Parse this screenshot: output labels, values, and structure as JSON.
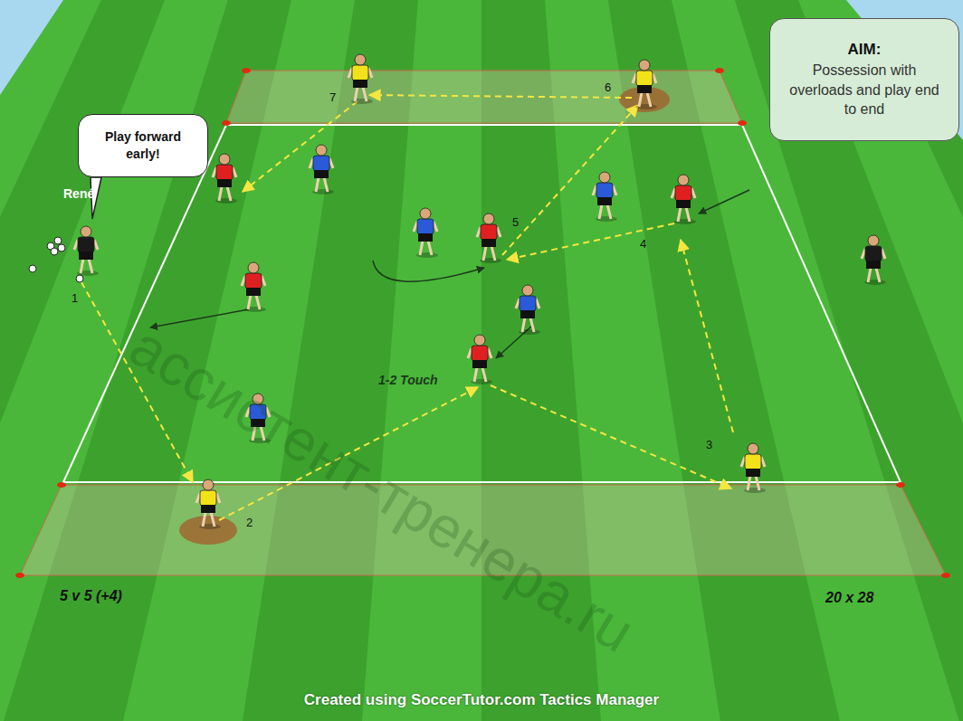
{
  "diagram": {
    "caption": "Created using SoccerTutor.com Tactics Manager",
    "nodes": [
      {
        "text": [
          "Play forward early!"
        ]
      },
      {
        "text": [
          "AIM:",
          "Possession with overloads and play end to end"
        ]
      }
    ],
    "labels": [
      "René",
      "1",
      "2",
      "3",
      "4",
      "5",
      "6",
      "7",
      "1-2 Touch",
      "5 v 5 (+4)",
      "20 x 28",
      "ассистент-тренера.ru"
    ]
  }
}
